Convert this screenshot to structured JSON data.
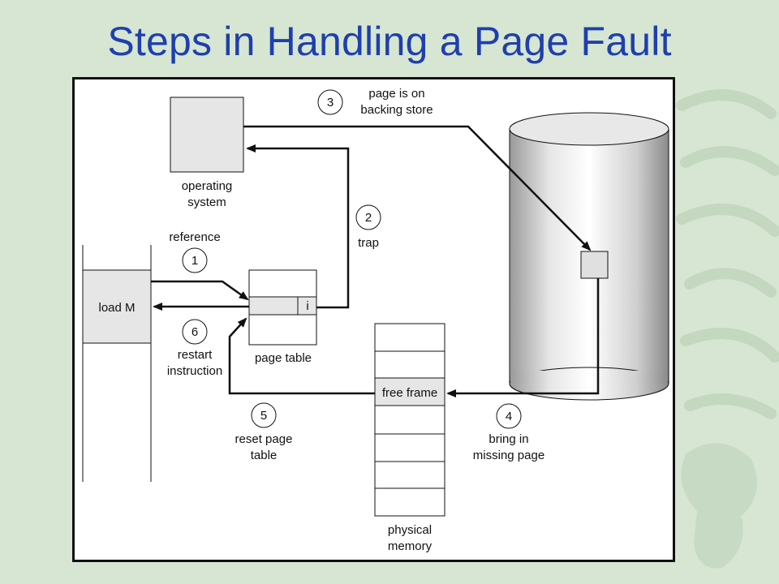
{
  "slide": {
    "title": "Steps in Handling a Page Fault"
  },
  "diagram": {
    "os_label": [
      "operating",
      "system"
    ],
    "program": {
      "instruction": "load M"
    },
    "page_table": {
      "label": "page table",
      "entry_bit": "i"
    },
    "physical_memory": {
      "label": [
        "physical",
        "memory"
      ],
      "free_frame": "free frame"
    },
    "steps": [
      {
        "num": "1",
        "text": [
          "reference"
        ]
      },
      {
        "num": "2",
        "text": [
          "trap"
        ]
      },
      {
        "num": "3",
        "text": [
          "page is on",
          "backing store"
        ]
      },
      {
        "num": "4",
        "text": [
          "bring in",
          "missing page"
        ]
      },
      {
        "num": "5",
        "text": [
          "reset page",
          "table"
        ]
      },
      {
        "num": "6",
        "text": [
          "restart",
          "instruction"
        ]
      }
    ]
  }
}
